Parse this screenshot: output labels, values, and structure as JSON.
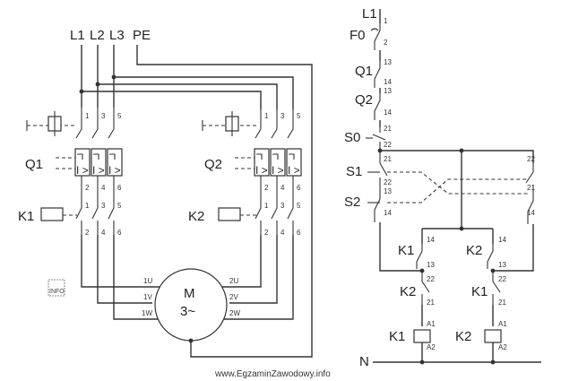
{
  "power": {
    "supply_labels": [
      "L1",
      "L2",
      "L3",
      "PE"
    ],
    "breaker_q1": "Q1",
    "breaker_q2": "Q2",
    "overcurrent_symbol": "I >",
    "contactor_k1": "K1",
    "contactor_k2": "K2",
    "top_terminals": [
      "1",
      "3",
      "5"
    ],
    "bottom_terminals": [
      "2",
      "4",
      "6"
    ],
    "motor": {
      "label": "M",
      "type": "3~",
      "terminals": [
        "1U",
        "1V",
        "1W",
        "2U",
        "2V",
        "2W"
      ]
    }
  },
  "control": {
    "supply": "L1",
    "neutral": "N",
    "fuse": "F0",
    "q1": "Q1",
    "q2": "Q2",
    "stop": "S0",
    "btn1": "S1",
    "btn2": "S2",
    "k1": "K1",
    "k2": "K2",
    "terminals": {
      "f0_top": "1",
      "f0_bottom": "2",
      "q_top": "13",
      "q_bottom": "14",
      "s0_top": "21",
      "s0_bottom": "22",
      "s1_top": "21",
      "s1_bottom": "22",
      "s2_top": "22",
      "s2_bottom": "21",
      "s1_no_top": "13",
      "s1_no_bottom": "14",
      "aux_no_top": "14",
      "aux_no_bottom": "13",
      "aux_nc_top": "22",
      "aux_nc_bottom": "21",
      "coil_top": "A1",
      "coil_bottom": "A2"
    }
  },
  "info_badge": "INFO",
  "footer": "www.EgzaminZawodowy.info"
}
